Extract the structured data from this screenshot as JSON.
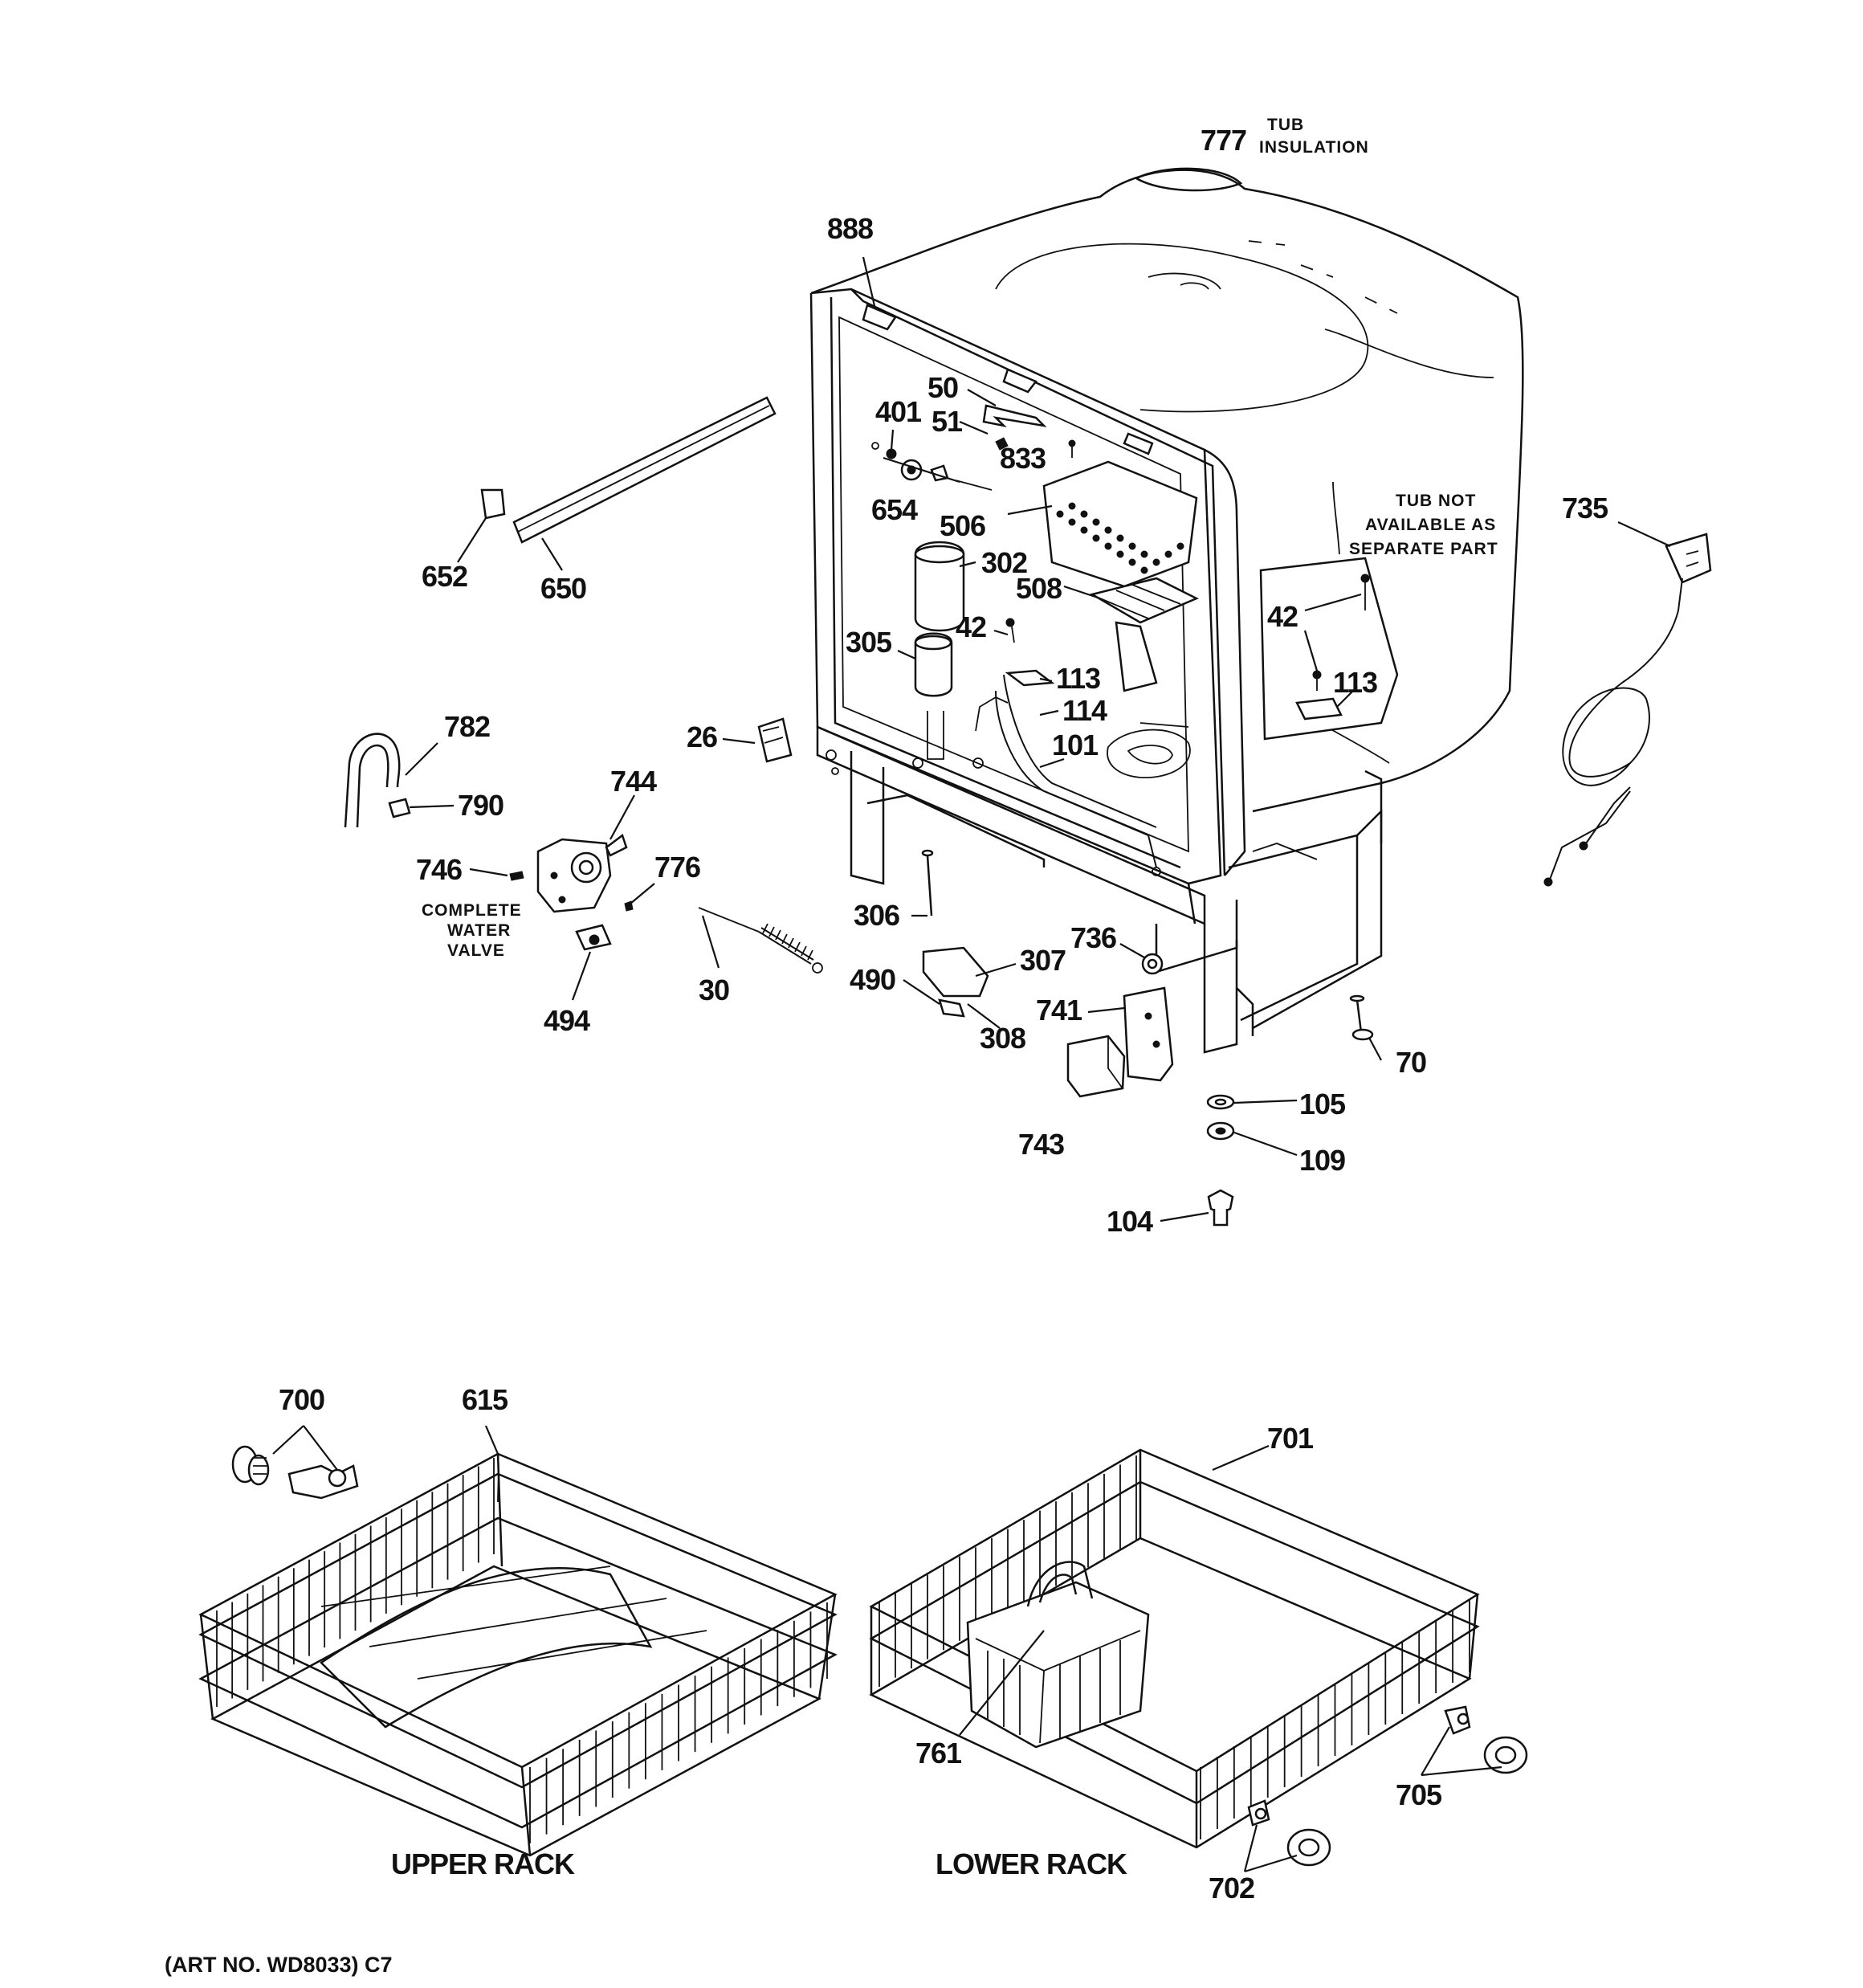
{
  "callouts": [
    {
      "id": "c777",
      "text": "777"
    },
    {
      "id": "c888",
      "text": "888"
    },
    {
      "id": "c50",
      "text": "50"
    },
    {
      "id": "c401",
      "text": "401"
    },
    {
      "id": "c51",
      "text": "51"
    },
    {
      "id": "c833",
      "text": "833"
    },
    {
      "id": "c654",
      "text": "654"
    },
    {
      "id": "c506",
      "text": "506"
    },
    {
      "id": "c302",
      "text": "302"
    },
    {
      "id": "c508",
      "text": "508"
    },
    {
      "id": "c42a",
      "text": "42"
    },
    {
      "id": "c305",
      "text": "305"
    },
    {
      "id": "c113a",
      "text": "113"
    },
    {
      "id": "c114",
      "text": "114"
    },
    {
      "id": "c101",
      "text": "101"
    },
    {
      "id": "c42b",
      "text": "42"
    },
    {
      "id": "c113b",
      "text": "113"
    },
    {
      "id": "c735",
      "text": "735"
    },
    {
      "id": "c652",
      "text": "652"
    },
    {
      "id": "c650",
      "text": "650"
    },
    {
      "id": "c782",
      "text": "782"
    },
    {
      "id": "c790",
      "text": "790"
    },
    {
      "id": "c744",
      "text": "744"
    },
    {
      "id": "c26",
      "text": "26"
    },
    {
      "id": "c746",
      "text": "746"
    },
    {
      "id": "c776",
      "text": "776"
    },
    {
      "id": "c494",
      "text": "494"
    },
    {
      "id": "c30",
      "text": "30"
    },
    {
      "id": "c306",
      "text": "306"
    },
    {
      "id": "c307",
      "text": "307"
    },
    {
      "id": "c736",
      "text": "736"
    },
    {
      "id": "c490",
      "text": "490"
    },
    {
      "id": "c308",
      "text": "308"
    },
    {
      "id": "c741",
      "text": "741"
    },
    {
      "id": "c70",
      "text": "70"
    },
    {
      "id": "c743",
      "text": "743"
    },
    {
      "id": "c105",
      "text": "105"
    },
    {
      "id": "c109",
      "text": "109"
    },
    {
      "id": "c104",
      "text": "104"
    },
    {
      "id": "c700",
      "text": "700"
    },
    {
      "id": "c615",
      "text": "615"
    },
    {
      "id": "c701",
      "text": "701"
    },
    {
      "id": "c761",
      "text": "761"
    },
    {
      "id": "c705",
      "text": "705"
    },
    {
      "id": "c702",
      "text": "702"
    }
  ],
  "notes": {
    "tub_insulation": [
      "TUB",
      "INSULATION"
    ],
    "tub_not_available": [
      "TUB NOT",
      "AVAILABLE AS",
      "SEPARATE PART"
    ],
    "complete_water_valve": [
      "COMPLETE",
      "WATER",
      "VALVE"
    ]
  },
  "captions": {
    "upper_rack": "UPPER RACK",
    "lower_rack": "LOWER RACK",
    "art_no": "(ART NO. WD8033) C7"
  }
}
